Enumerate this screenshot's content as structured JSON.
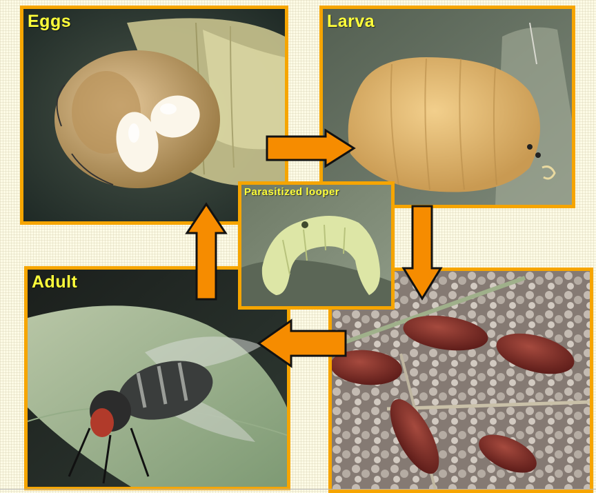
{
  "title": "",
  "panels": {
    "eggs": {
      "label": "Eggs"
    },
    "larva": {
      "label": "Larva"
    },
    "adult": {
      "label": "Adult"
    },
    "looper": {
      "label": "Parasitized looper"
    },
    "pupae": {
      "label": ""
    }
  },
  "arrows": [
    "right",
    "down",
    "left",
    "up"
  ],
  "colors": {
    "frame": "#f6a500",
    "arrow_fill": "#f68c00",
    "arrow_stroke": "#111111",
    "label_text": "#ffff3a",
    "background": "#fdfbe6"
  }
}
